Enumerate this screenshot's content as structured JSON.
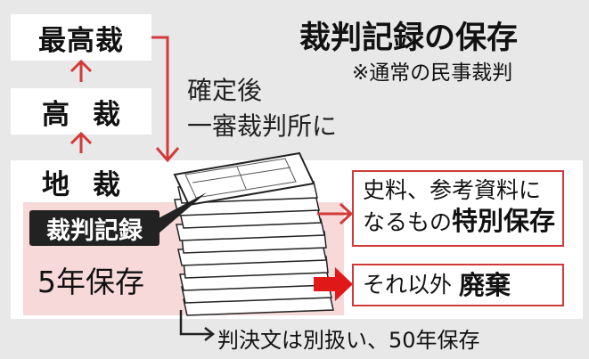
{
  "title": "裁判記録の保存",
  "subtitle": "※通常の民事裁判",
  "courts": {
    "supreme": "最高裁",
    "high": "高裁",
    "district": "地裁"
  },
  "transfer_note": [
    "確定後",
    "一審裁判所に"
  ],
  "record_label": "裁判記録",
  "retention": "5年保存",
  "outcomes": {
    "special": {
      "line1": "史料、参考資料に",
      "line2_prefix": "なるもの",
      "line2_emphasis": "特別保存"
    },
    "other": {
      "prefix": "それ以外",
      "emphasis": "廃棄"
    }
  },
  "judgment_note": "判決文は別扱い、50年保存",
  "colors": {
    "arrow_red": "#d23a3a",
    "pink_panel": "#f8d9d9",
    "label_dark": "#222222"
  }
}
